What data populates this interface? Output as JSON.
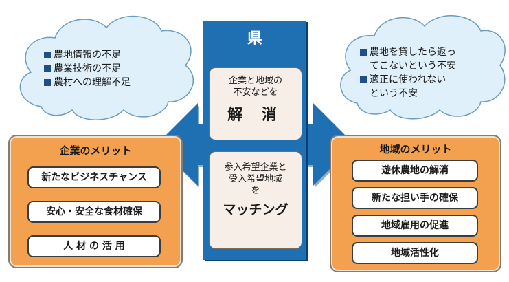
{
  "left_cloud": {
    "items": [
      "農地情報の不足",
      "農業技術の不足",
      "農村への理解不足"
    ]
  },
  "right_cloud": {
    "items": [
      "農地を貸したら返ってこないという不安",
      "適正に使われないという不安"
    ],
    "lines": [
      [
        "農地を貸したら返っ",
        "てこないという不安"
      ],
      [
        "適正に使われない",
        "という不安"
      ]
    ]
  },
  "prefecture": {
    "label": "県",
    "top_card": {
      "text_lines": [
        "企業と地域の",
        "不安などを"
      ],
      "emphasis": "解 消"
    },
    "bottom_card": {
      "text_lines": [
        "参入希望企業と",
        "受入希望地域",
        "を"
      ],
      "emphasis": "マッチング"
    }
  },
  "company_merits": {
    "title": "企業のメリット",
    "items": [
      "新たなビジネスチャンス",
      "安心・安全な食材確保",
      "人 材 の 活 用"
    ]
  },
  "region_merits": {
    "title": "地域のメリット",
    "items": [
      "遊休農地の解消",
      "新たな担い手の確保",
      "地域雇用の促進",
      "地域活性化"
    ]
  },
  "colors": {
    "cloud_fill": "#dff0fa",
    "arrow_blue": "#1f6fb3",
    "panel_orange": "#f3a04f",
    "card_cream": "#f7efe7",
    "bullet_square": "#1f4e8c"
  },
  "icons": {
    "arrow": "double-headed-arrow",
    "cloud": "thought-cloud"
  }
}
